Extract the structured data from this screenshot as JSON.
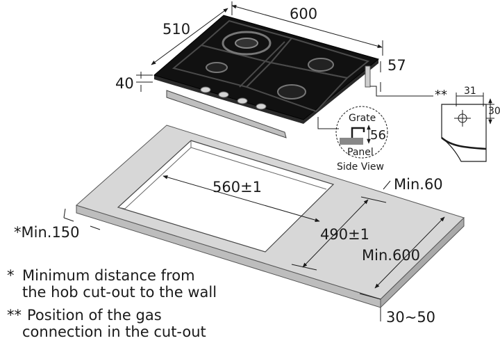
{
  "dimensions": {
    "width_600": "600",
    "depth_510": "510",
    "height_40": "40",
    "offset_57": "57",
    "gas_marker": "**",
    "gas_31": "31",
    "gas_30": "30",
    "cutout_width": "560±1",
    "cutout_depth": "490±1",
    "min_60": "Min.60",
    "min_150": "*Min.150",
    "min_600": "Min.600",
    "thickness": "30~50",
    "grate_label": "Grate",
    "grate_56": "56",
    "panel_label": "Panel",
    "side_view": "Side View"
  },
  "legend": [
    {
      "mark": "*",
      "line1": "Minimum distance from",
      "line2": "the hob cut-out to the wall"
    },
    {
      "mark": "**",
      "line1": "Position of the gas",
      "line2": "connection in the cut-out"
    }
  ],
  "colors": {
    "hob_glass": "#111111",
    "worktop": "#d7d7d7",
    "worktop_edge": "#bdbdbd",
    "line": "#1a1a1a"
  }
}
